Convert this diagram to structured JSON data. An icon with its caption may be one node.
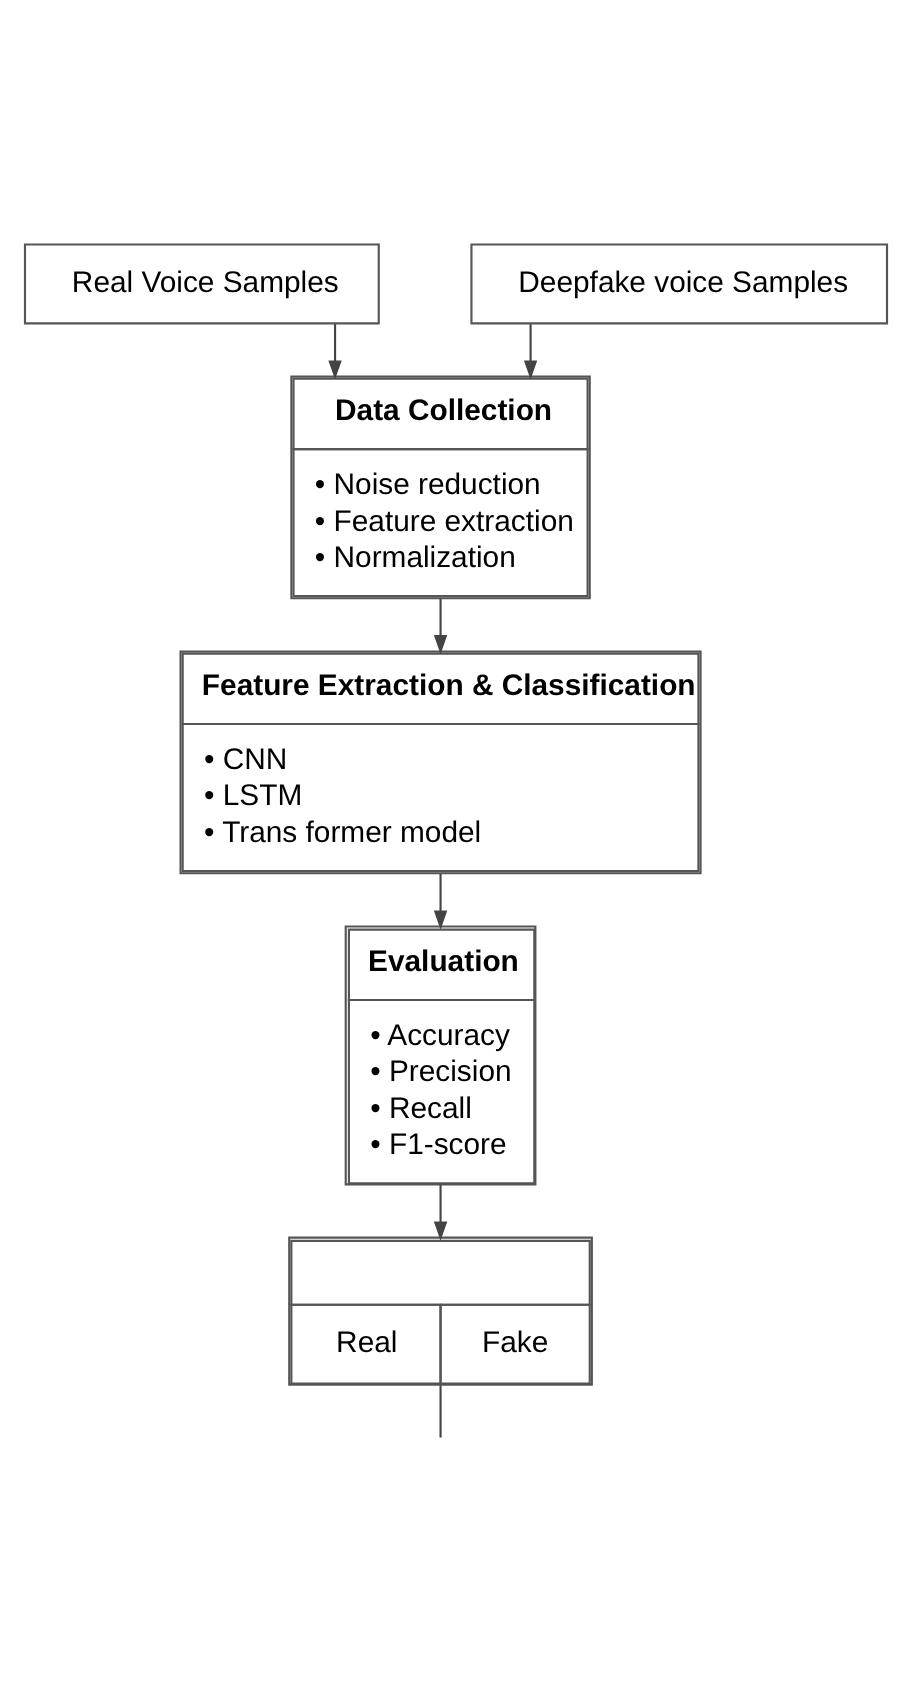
{
  "diagram": {
    "nodes": [
      {
        "text": [
          "Real Voice Samples"
        ]
      },
      {
        "text": [
          "Deepfake voice Samples"
        ]
      },
      {
        "text": [
          "Data Collection",
          "• Noise reduction",
          "• Feature extraction",
          "• Normalization"
        ]
      },
      {
        "text": [
          "Feature Extraction & Classification",
          "• CNN",
          "• LSTM",
          "• Trans former model"
        ]
      },
      {
        "text": [
          "Evaluation",
          "• Accuracy",
          "• Precision",
          "• Recall",
          "• F1-score"
        ]
      },
      {
        "text": [
          "Real",
          "Fake"
        ]
      }
    ],
    "edges": [
      {
        "from": 0,
        "to": 2,
        "arrow": "to"
      },
      {
        "from": 1,
        "to": 2,
        "arrow": "to"
      },
      {
        "from": 2,
        "to": 3,
        "arrow": "to"
      },
      {
        "from": 3,
        "to": 4,
        "arrow": "to"
      },
      {
        "from": 4,
        "to": 5,
        "arrow": "to"
      },
      {
        "from": 5,
        "to": null,
        "arrow": "none"
      }
    ]
  }
}
